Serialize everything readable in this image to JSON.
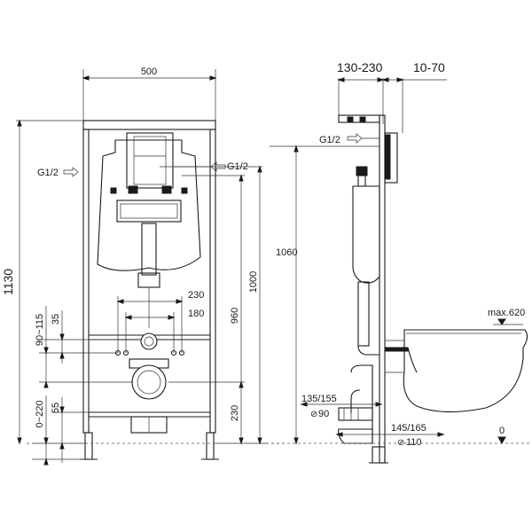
{
  "front_view": {
    "width_label": "500",
    "total_height_label": "1130",
    "inlet_left_label": "G1/2",
    "inlet_right_label": "G1/2",
    "height_1000_label": "1000",
    "height_960_label": "960",
    "height_230_label": "230",
    "span_230_label": "230",
    "span_180_label": "180",
    "offset_35_label": "35",
    "range_90_115_label": "90~115",
    "offset_55_label": "55",
    "range_0_220_label": "0~220"
  },
  "side_view": {
    "depth_130_230_label": "130-230",
    "gap_10_70_label": "10-70",
    "inlet_label": "G1/2",
    "height_1060_label": "1060",
    "max_label": "max.620",
    "drain_135_155_label": "135/155",
    "dia_90_label": "90",
    "drain_145_165_label": "145/165",
    "dia_110_label": "110",
    "zero_label": "0"
  }
}
